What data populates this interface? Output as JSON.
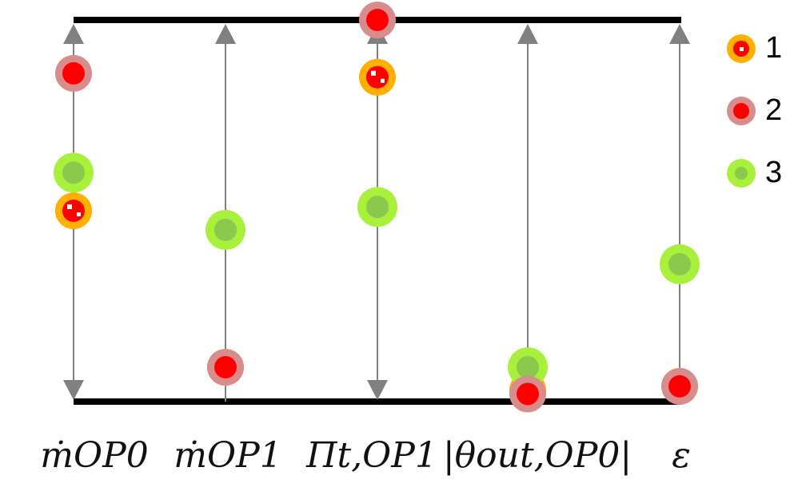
{
  "chart_data": {
    "type": "scatter",
    "categories": [
      "ṁOP0",
      "ṁOP1",
      "Πt,OP1",
      "|θout,OP0|",
      "ε"
    ],
    "ylim": [
      0,
      1
    ],
    "grid": false,
    "legend_position": "top-right",
    "series": [
      {
        "name": "1",
        "values": [
          0.5,
          0.09,
          0.85,
          0.03,
          0.04
        ],
        "ring_color": "#FFB000",
        "fill_color": "#FF0000"
      },
      {
        "name": "2",
        "values": [
          0.86,
          0.09,
          1.0,
          0.02,
          0.04
        ],
        "ring_color": "#D98C8C",
        "fill_color": "#FF0000"
      },
      {
        "name": "3",
        "values": [
          0.6,
          0.45,
          0.51,
          0.09,
          0.36
        ],
        "ring_color": "#A8F03C",
        "fill_color": "#8CC84B"
      }
    ]
  },
  "colors": {
    "axis_line": "#808080",
    "frame_line": "#000000"
  }
}
